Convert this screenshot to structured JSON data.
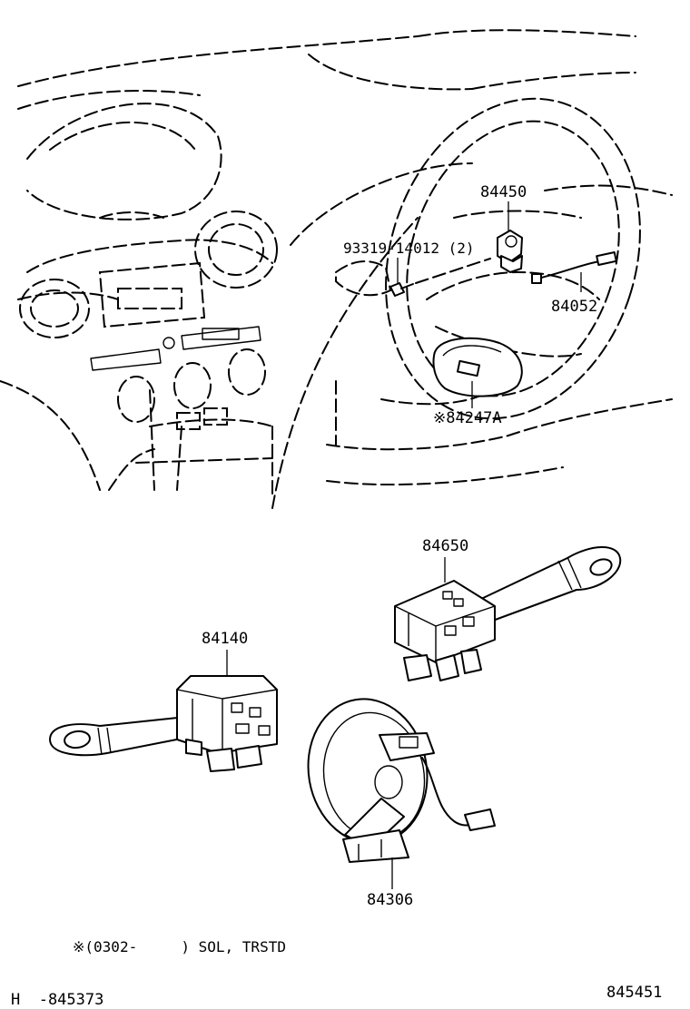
{
  "labels": {
    "part_84450": "84450",
    "part_93319": "93319-14012 (2)",
    "part_84052": "84052",
    "part_84247A": "※84247A",
    "part_84650": "84650",
    "part_84140": "84140",
    "part_84306": "84306"
  },
  "footnote": {
    "text": "※(0302-     ) SOL, TRSTD"
  },
  "footer": {
    "left_code": "H  -845373",
    "right_code": "845451"
  }
}
